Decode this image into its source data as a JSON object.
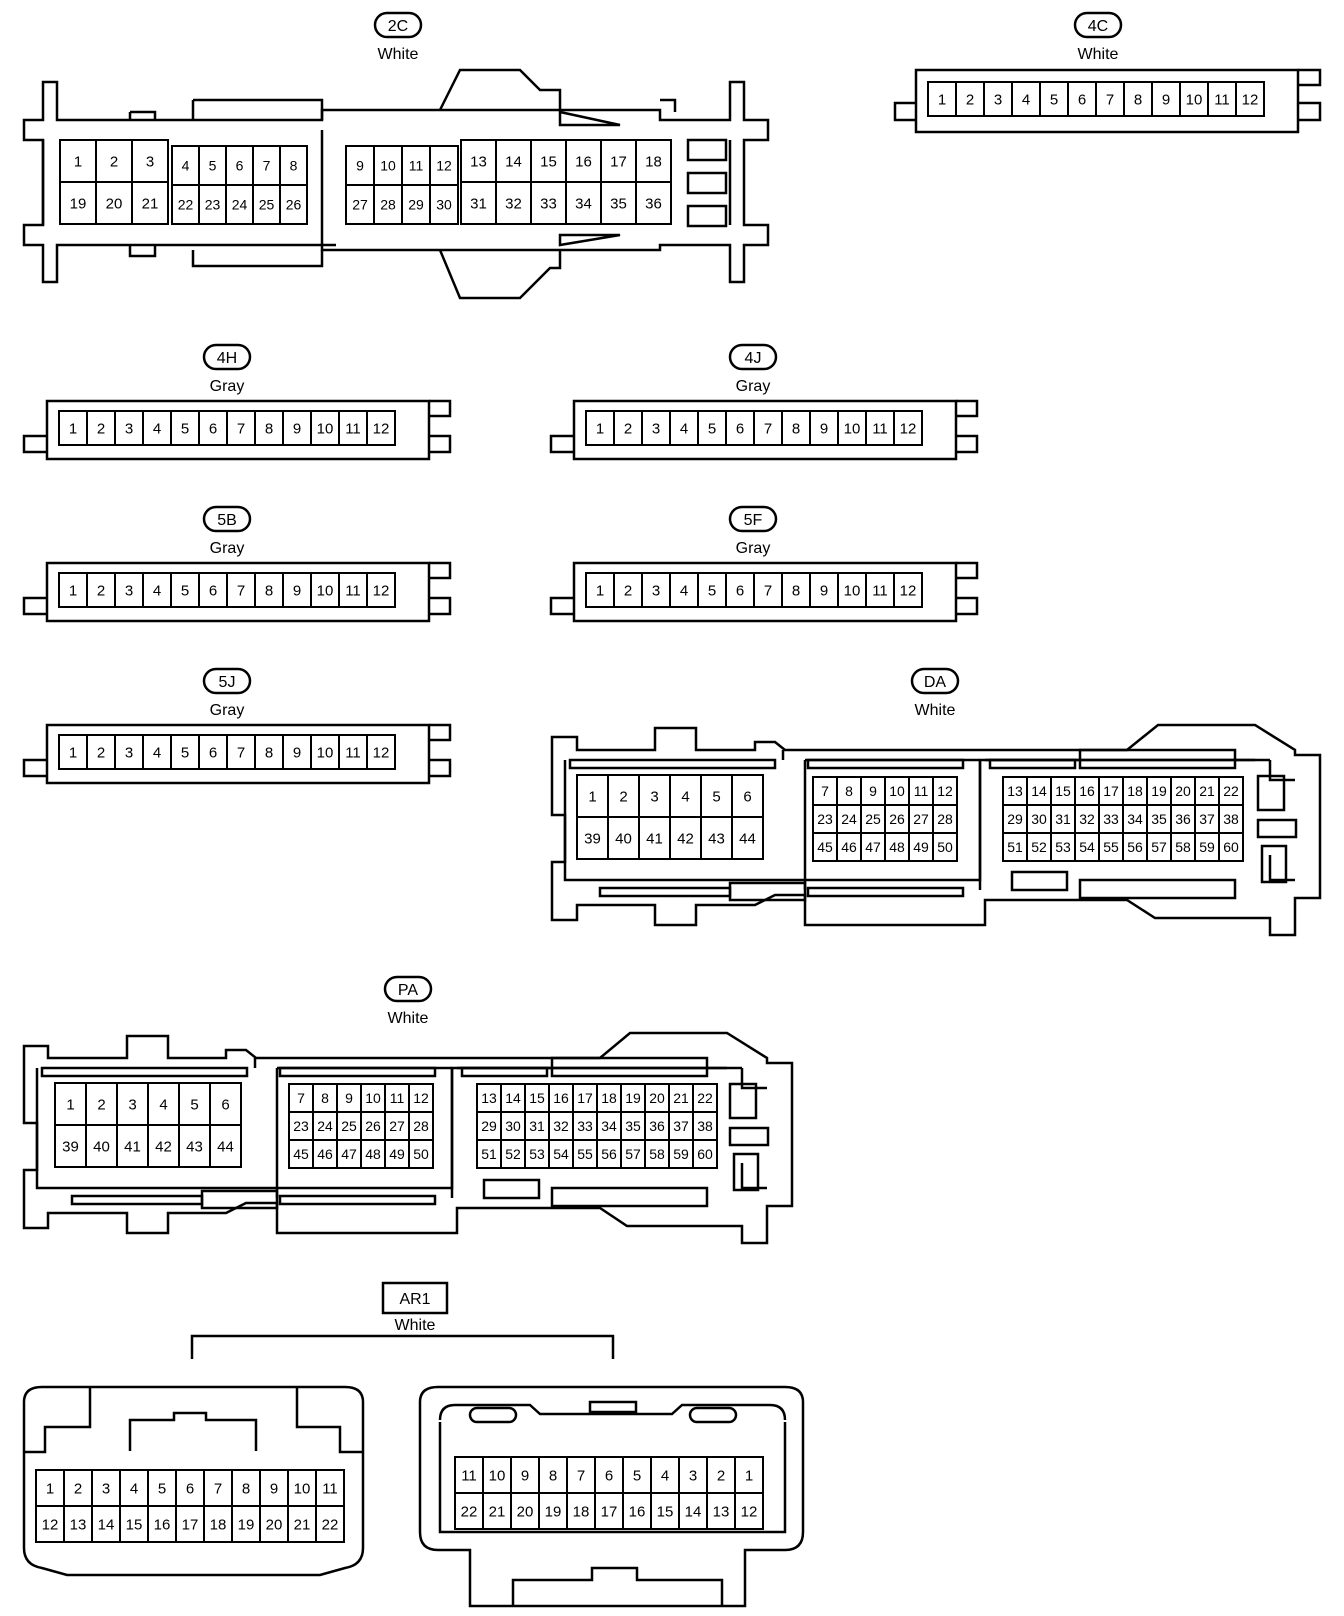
{
  "connectors": [
    {
      "id": "2c",
      "code": "2C",
      "color": "White",
      "groups": [
        {
          "rows": [
            [
              "1",
              "2",
              "3"
            ],
            [
              "19",
              "20",
              "21"
            ]
          ]
        },
        {
          "rows": [
            [
              "4",
              "5",
              "6",
              "7",
              "8"
            ],
            [
              "22",
              "23",
              "24",
              "25",
              "26"
            ]
          ]
        },
        {
          "rows": [
            [
              "9",
              "10",
              "11",
              "12"
            ],
            [
              "27",
              "28",
              "29",
              "30"
            ]
          ]
        },
        {
          "rows": [
            [
              "13",
              "14",
              "15",
              "16",
              "17",
              "18"
            ],
            [
              "31",
              "32",
              "33",
              "34",
              "35",
              "36"
            ]
          ]
        }
      ]
    },
    {
      "id": "4c",
      "code": "4C",
      "color": "White",
      "groups": [
        {
          "rows": [
            [
              "1",
              "2",
              "3",
              "4",
              "5",
              "6",
              "7",
              "8",
              "9",
              "10",
              "11",
              "12"
            ]
          ]
        }
      ]
    },
    {
      "id": "4h",
      "code": "4H",
      "color": "Gray",
      "groups": [
        {
          "rows": [
            [
              "1",
              "2",
              "3",
              "4",
              "5",
              "6",
              "7",
              "8",
              "9",
              "10",
              "11",
              "12"
            ]
          ]
        }
      ]
    },
    {
      "id": "4j",
      "code": "4J",
      "color": "Gray",
      "groups": [
        {
          "rows": [
            [
              "1",
              "2",
              "3",
              "4",
              "5",
              "6",
              "7",
              "8",
              "9",
              "10",
              "11",
              "12"
            ]
          ]
        }
      ]
    },
    {
      "id": "5b",
      "code": "5B",
      "color": "Gray",
      "groups": [
        {
          "rows": [
            [
              "1",
              "2",
              "3",
              "4",
              "5",
              "6",
              "7",
              "8",
              "9",
              "10",
              "11",
              "12"
            ]
          ]
        }
      ]
    },
    {
      "id": "5f",
      "code": "5F",
      "color": "Gray",
      "groups": [
        {
          "rows": [
            [
              "1",
              "2",
              "3",
              "4",
              "5",
              "6",
              "7",
              "8",
              "9",
              "10",
              "11",
              "12"
            ]
          ]
        }
      ]
    },
    {
      "id": "5j",
      "code": "5J",
      "color": "Gray",
      "groups": [
        {
          "rows": [
            [
              "1",
              "2",
              "3",
              "4",
              "5",
              "6",
              "7",
              "8",
              "9",
              "10",
              "11",
              "12"
            ]
          ]
        }
      ]
    },
    {
      "id": "da",
      "code": "DA",
      "color": "White",
      "groups": [
        {
          "rows": [
            [
              "1",
              "2",
              "3",
              "4",
              "5",
              "6"
            ],
            [
              "39",
              "40",
              "41",
              "42",
              "43",
              "44"
            ]
          ]
        },
        {
          "rows": [
            [
              "7",
              "8",
              "9",
              "10",
              "11",
              "12"
            ],
            [
              "23",
              "24",
              "25",
              "26",
              "27",
              "28"
            ],
            [
              "45",
              "46",
              "47",
              "48",
              "49",
              "50"
            ]
          ]
        },
        {
          "rows": [
            [
              "13",
              "14",
              "15",
              "16",
              "17",
              "18",
              "19",
              "20",
              "21",
              "22"
            ],
            [
              "29",
              "30",
              "31",
              "32",
              "33",
              "34",
              "35",
              "36",
              "37",
              "38"
            ],
            [
              "51",
              "52",
              "53",
              "54",
              "55",
              "56",
              "57",
              "58",
              "59",
              "60"
            ]
          ]
        }
      ]
    },
    {
      "id": "pa",
      "code": "PA",
      "color": "White",
      "groups": [
        {
          "rows": [
            [
              "1",
              "2",
              "3",
              "4",
              "5",
              "6"
            ],
            [
              "39",
              "40",
              "41",
              "42",
              "43",
              "44"
            ]
          ]
        },
        {
          "rows": [
            [
              "7",
              "8",
              "9",
              "10",
              "11",
              "12"
            ],
            [
              "23",
              "24",
              "25",
              "26",
              "27",
              "28"
            ],
            [
              "45",
              "46",
              "47",
              "48",
              "49",
              "50"
            ]
          ]
        },
        {
          "rows": [
            [
              "13",
              "14",
              "15",
              "16",
              "17",
              "18",
              "19",
              "20",
              "21",
              "22"
            ],
            [
              "29",
              "30",
              "31",
              "32",
              "33",
              "34",
              "35",
              "36",
              "37",
              "38"
            ],
            [
              "51",
              "52",
              "53",
              "54",
              "55",
              "56",
              "57",
              "58",
              "59",
              "60"
            ]
          ]
        }
      ]
    },
    {
      "id": "ar1",
      "code": "AR1",
      "color": "White",
      "groups": [
        {
          "rows": [
            [
              "1",
              "2",
              "3",
              "4",
              "5",
              "6",
              "7",
              "8",
              "9",
              "10",
              "11"
            ],
            [
              "12",
              "13",
              "14",
              "15",
              "16",
              "17",
              "18",
              "19",
              "20",
              "21",
              "22"
            ]
          ]
        },
        {
          "rows": [
            [
              "11",
              "10",
              "9",
              "8",
              "7",
              "6",
              "5",
              "4",
              "3",
              "2",
              "1"
            ],
            [
              "22",
              "21",
              "20",
              "19",
              "18",
              "17",
              "16",
              "15",
              "14",
              "13",
              "12"
            ]
          ]
        }
      ]
    }
  ]
}
